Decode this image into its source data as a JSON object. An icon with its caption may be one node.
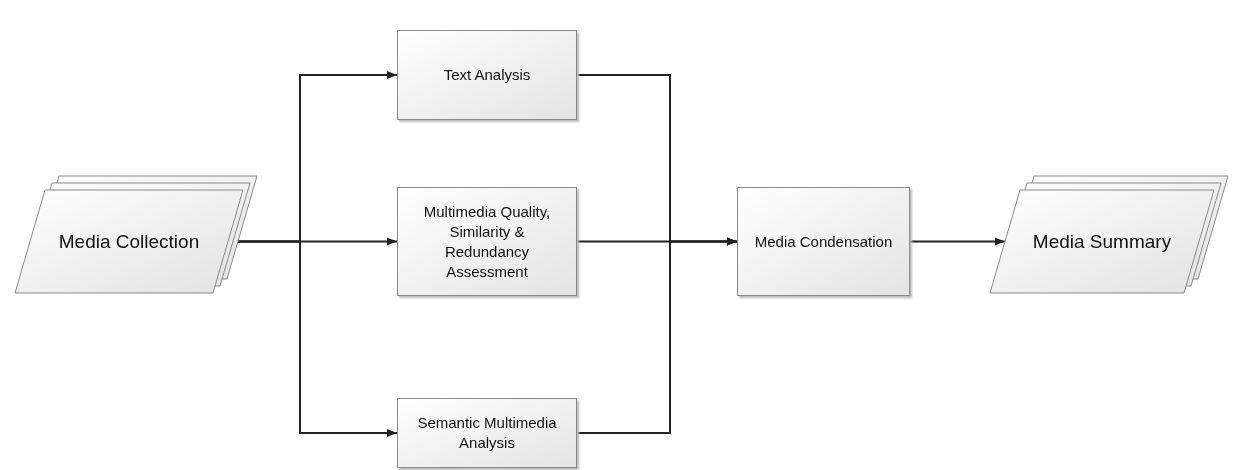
{
  "diagram": {
    "nodes": [
      {
        "text": [
          "Media Collection"
        ]
      },
      {
        "text": [
          "Text Analysis"
        ]
      },
      {
        "text": [
          "Multimedia Quality, Similarity & Redundancy Assessment"
        ]
      },
      {
        "text": [
          "Semantic Multimedia Analysis"
        ]
      },
      {
        "text": [
          "Media Condensation"
        ]
      },
      {
        "text": [
          "Media Summary"
        ]
      }
    ],
    "edges": [
      {
        "from": 0,
        "to": 1,
        "arrow": "to"
      },
      {
        "from": 0,
        "to": 2,
        "arrow": "to"
      },
      {
        "from": 0,
        "to": 3,
        "arrow": "to"
      },
      {
        "from": 1,
        "to": 4,
        "arrow": "to"
      },
      {
        "from": 2,
        "to": 4,
        "arrow": "to"
      },
      {
        "from": 3,
        "to": 4,
        "arrow": "to"
      },
      {
        "from": 4,
        "to": 5,
        "arrow": "to"
      }
    ]
  }
}
